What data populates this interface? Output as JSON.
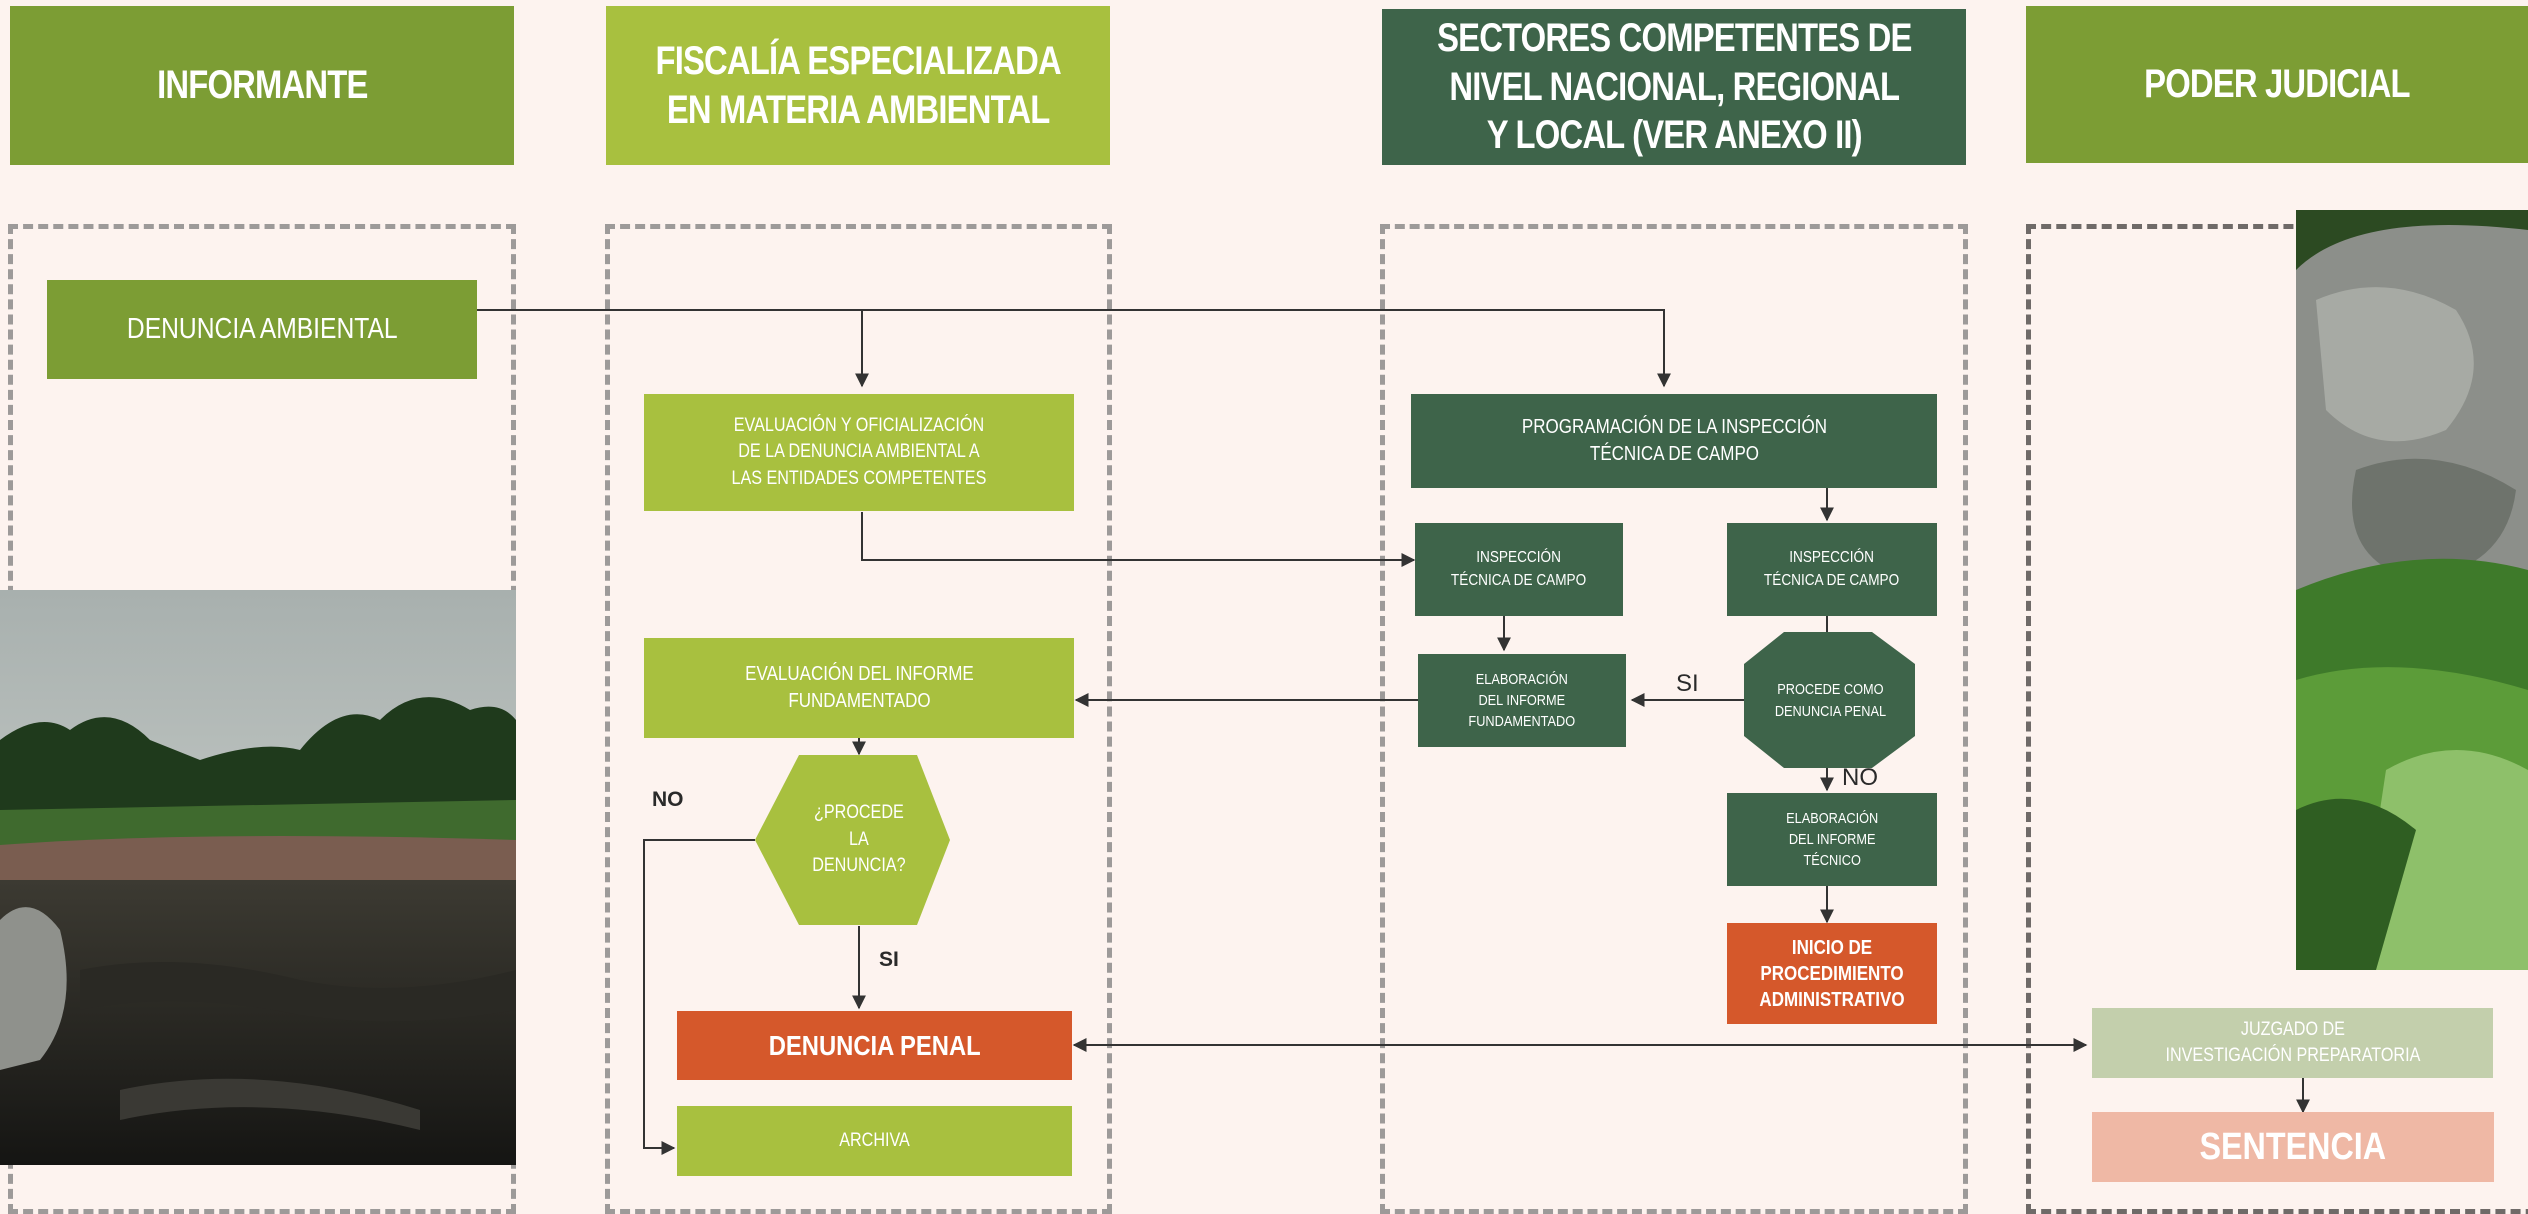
{
  "headers": {
    "informante": "INFORMANTE",
    "fiscalia": "FISCALÍA ESPECIALIZADA\nEN MATERIA AMBIENTAL",
    "sectores": "SECTORES COMPETENTES DE\nNIVEL NACIONAL, REGIONAL\nY LOCAL (VER ANEXO II)",
    "poder_judicial": "PODER JUDICIAL"
  },
  "boxes": {
    "denuncia_ambiental": "DENUNCIA AMBIENTAL",
    "evaluacion_oficializacion": "EVALUACIÓN Y OFICIALIZACIÓN\nDE LA DENUNCIA AMBIENTAL A\nLAS ENTIDADES COMPETENTES",
    "evaluacion_informe": "EVALUACIÓN DEL INFORME\nFUNDAMENTADO",
    "procede_denuncia": "¿PROCEDE\nLA\nDENUNCIA?",
    "denuncia_penal": "DENUNCIA PENAL",
    "archiva": "ARCHIVA",
    "programacion": "PROGRAMACIÓN DE LA INSPECCIÓN\nTÉCNICA DE CAMPO",
    "inspeccion_left": "INSPECCIÓN\nTÉCNICA DE CAMPO",
    "inspeccion_right": "INSPECCIÓN\nTÉCNICA DE CAMPO",
    "elaboracion_fundamentado": "ELABORACIÓN\nDEL INFORME\nFUNDAMENTADO",
    "procede_como": "PROCEDE COMO\nDENUNCIA PENAL",
    "elaboracion_tecnico": "ELABORACIÓN\nDEL INFORME\nTÉCNICO",
    "inicio_procedimiento": "INICIO DE PROCEDIMIENTO\nADMINISTRATIVO",
    "juzgado": "JUZGADO DE\nINVESTIGACIÓN PREPARATORIA",
    "sentencia": "SENTENCIA"
  },
  "labels": {
    "no_fiscalia": "NO",
    "si_fiscalia": "SI",
    "si_sectores": "SI",
    "no_sectores": "NO"
  },
  "colors": {
    "olive": "#7c9d34",
    "lime": "#a8c03f",
    "dark_green": "#3e644a",
    "orange": "#d5582b",
    "pale_green": "#c3cfac",
    "salmon": "#efb8a5",
    "background": "#fdf3ef"
  }
}
